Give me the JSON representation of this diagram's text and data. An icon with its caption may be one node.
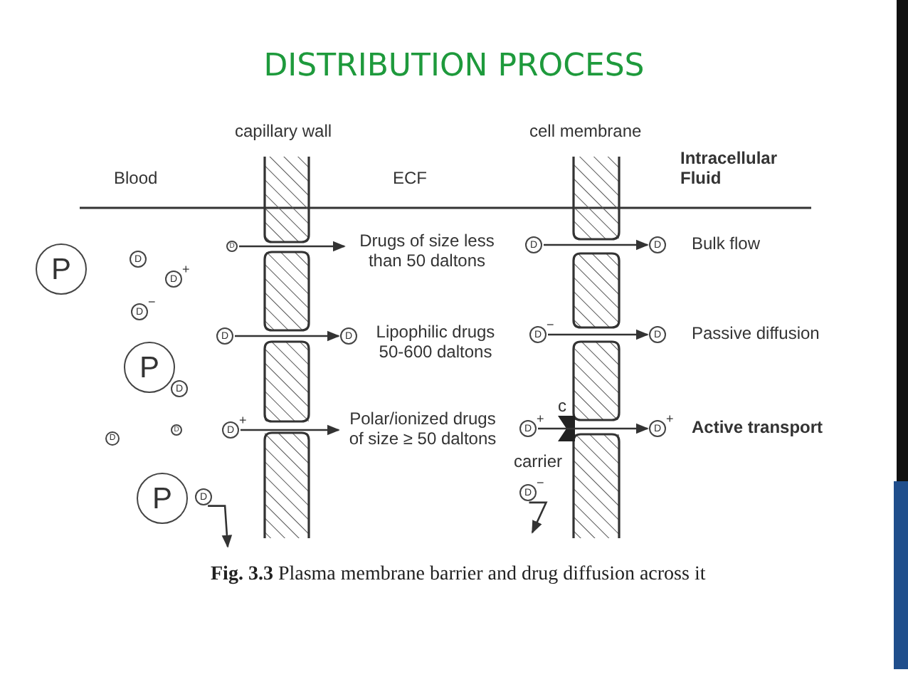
{
  "diagram": {
    "title": "DISTRIBUTION PROCESS",
    "caption": "**Fig. 3.3** Plasma membrane barrier and drug diffusion across it",
    "nodes": [
      {
        "text": [
          "P"
        ]
      },
      {
        "text": [
          "D"
        ]
      },
      {
        "text": [
          "D"
        ],
        "beside": [
          "+"
        ]
      },
      {
        "text": [
          "D"
        ],
        "beside": [
          "−"
        ]
      },
      {
        "text": [
          "P"
        ]
      },
      {
        "text": [
          "D"
        ]
      },
      {
        "text": [
          "D"
        ]
      },
      {
        "text": [
          "D"
        ]
      },
      {
        "text": [
          "P"
        ]
      },
      {
        "text": [
          "D"
        ]
      },
      {
        "text": [
          "D"
        ]
      },
      {
        "text": [
          "Drugs of size less than 50 daltons"
        ]
      },
      {
        "text": [
          "D"
        ]
      },
      {
        "text": [
          "D"
        ]
      },
      {
        "text": [
          "D"
        ],
        "beside": [
          "+"
        ]
      },
      {
        "text": [
          "Polar/ionized drugs of size ≥ 50 daltons"
        ]
      },
      {
        "text": [
          "D"
        ]
      },
      {
        "text": [
          "D"
        ]
      },
      {
        "text": [
          "D"
        ],
        "beside": [
          "−"
        ]
      },
      {
        "text": [
          "D"
        ]
      },
      {
        "text": [
          "D"
        ],
        "beside": [
          "+"
        ]
      },
      {
        "text": [
          "D"
        ],
        "beside": [
          "+"
        ]
      },
      {
        "text": [
          "D"
        ],
        "beside": [
          "−"
        ]
      }
    ],
    "edges": [
      {
        "from": 10,
        "to": 11,
        "arrow": "to"
      },
      {
        "from": 12,
        "to": 13,
        "arrow": "to"
      },
      {
        "from": 14,
        "to": 15,
        "arrow": "to"
      },
      {
        "from": 16,
        "to": 17,
        "arrow": "to"
      },
      {
        "from": 18,
        "to": 19,
        "arrow": "to"
      },
      {
        "from": 20,
        "to": 21,
        "arrow": "to"
      },
      {
        "from": 9,
        "to": null,
        "arrow": "to"
      },
      {
        "from": 22,
        "to": null,
        "arrow": "to"
      }
    ],
    "labels": [
      "capillary wall",
      "cell membrane",
      "Blood",
      "ECF",
      "Intracellular Fluid",
      "Bulk flow",
      "Lipophilic drugs 50-600 daltons",
      "Passive diffusion",
      "c",
      "Active transport",
      "carrier"
    ]
  }
}
